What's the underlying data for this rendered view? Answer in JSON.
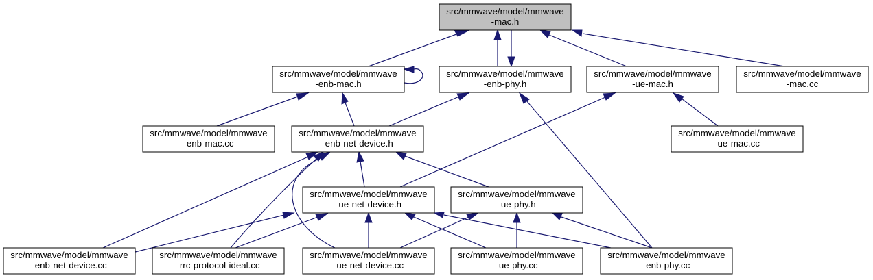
{
  "graph": {
    "colors": {
      "edge": "#191970",
      "highlight_fill": "#bfbfbf",
      "node_fill": "#ffffff",
      "node_border": "#000000"
    },
    "nodes": [
      {
        "id": "mmwave-mac-h",
        "lines": [
          "src/mmwave/model/mmwave",
          "-mac.h"
        ],
        "highlight": true
      },
      {
        "id": "mmwave-enb-mac-h",
        "lines": [
          "src/mmwave/model/mmwave",
          "-enb-mac.h"
        ]
      },
      {
        "id": "mmwave-enb-phy-h",
        "lines": [
          "src/mmwave/model/mmwave",
          "-enb-phy.h"
        ]
      },
      {
        "id": "mmwave-ue-mac-h",
        "lines": [
          "src/mmwave/model/mmwave",
          "-ue-mac.h"
        ]
      },
      {
        "id": "mmwave-mac-cc",
        "lines": [
          "src/mmwave/model/mmwave",
          "-mac.cc"
        ]
      },
      {
        "id": "mmwave-enb-mac-cc",
        "lines": [
          "src/mmwave/model/mmwave",
          "-enb-mac.cc"
        ]
      },
      {
        "id": "mmwave-enb-net-device-h",
        "lines": [
          "src/mmwave/model/mmwave",
          "-enb-net-device.h"
        ]
      },
      {
        "id": "mmwave-ue-mac-cc",
        "lines": [
          "src/mmwave/model/mmwave",
          "-ue-mac.cc"
        ]
      },
      {
        "id": "mmwave-ue-net-device-h",
        "lines": [
          "src/mmwave/model/mmwave",
          "-ue-net-device.h"
        ]
      },
      {
        "id": "mmwave-ue-phy-h",
        "lines": [
          "src/mmwave/model/mmwave",
          "-ue-phy.h"
        ]
      },
      {
        "id": "mmwave-enb-net-device-cc",
        "lines": [
          "src/mmwave/model/mmwave",
          "-enb-net-device.cc"
        ]
      },
      {
        "id": "mmwave-rrc-protocol-ideal-cc",
        "lines": [
          "src/mmwave/model/mmwave",
          "-rrc-protocol-ideal.cc"
        ]
      },
      {
        "id": "mmwave-ue-net-device-cc",
        "lines": [
          "src/mmwave/model/mmwave",
          "-ue-net-device.cc"
        ]
      },
      {
        "id": "mmwave-ue-phy-cc",
        "lines": [
          "src/mmwave/model/mmwave",
          "-ue-phy.cc"
        ]
      },
      {
        "id": "mmwave-enb-phy-cc",
        "lines": [
          "src/mmwave/model/mmwave",
          "-enb-phy.cc"
        ]
      }
    ],
    "edges": [
      {
        "from": "mmwave-enb-mac-h",
        "to": "mmwave-mac-h"
      },
      {
        "from": "mmwave-enb-phy-h",
        "to": "mmwave-mac-h"
      },
      {
        "from": "mmwave-mac-h",
        "to": "mmwave-enb-phy-h"
      },
      {
        "from": "mmwave-ue-mac-h",
        "to": "mmwave-mac-h"
      },
      {
        "from": "mmwave-mac-cc",
        "to": "mmwave-mac-h"
      },
      {
        "from": "mmwave-enb-mac-h",
        "to": "mmwave-enb-mac-h"
      },
      {
        "from": "mmwave-enb-mac-cc",
        "to": "mmwave-enb-mac-h"
      },
      {
        "from": "mmwave-enb-net-device-h",
        "to": "mmwave-enb-mac-h"
      },
      {
        "from": "mmwave-enb-net-device-h",
        "to": "mmwave-enb-phy-h"
      },
      {
        "from": "mmwave-enb-phy-cc",
        "to": "mmwave-enb-phy-h"
      },
      {
        "from": "mmwave-ue-net-device-h",
        "to": "mmwave-ue-mac-h"
      },
      {
        "from": "mmwave-ue-mac-cc",
        "to": "mmwave-ue-mac-h"
      },
      {
        "from": "mmwave-ue-net-device-h",
        "to": "mmwave-enb-net-device-h"
      },
      {
        "from": "mmwave-ue-phy-h",
        "to": "mmwave-enb-net-device-h"
      },
      {
        "from": "mmwave-enb-net-device-cc",
        "to": "mmwave-enb-net-device-h"
      },
      {
        "from": "mmwave-rrc-protocol-ideal-cc",
        "to": "mmwave-enb-net-device-h"
      },
      {
        "from": "mmwave-ue-net-device-cc",
        "to": "mmwave-enb-net-device-h"
      },
      {
        "from": "mmwave-enb-net-device-cc",
        "to": "mmwave-ue-net-device-h"
      },
      {
        "from": "mmwave-rrc-protocol-ideal-cc",
        "to": "mmwave-ue-net-device-h"
      },
      {
        "from": "mmwave-ue-net-device-cc",
        "to": "mmwave-ue-net-device-h"
      },
      {
        "from": "mmwave-ue-phy-cc",
        "to": "mmwave-ue-net-device-h"
      },
      {
        "from": "mmwave-enb-phy-cc",
        "to": "mmwave-ue-net-device-h"
      },
      {
        "from": "mmwave-ue-net-device-cc",
        "to": "mmwave-ue-phy-h"
      },
      {
        "from": "mmwave-ue-phy-cc",
        "to": "mmwave-ue-phy-h"
      },
      {
        "from": "mmwave-enb-phy-cc",
        "to": "mmwave-ue-phy-h"
      }
    ]
  }
}
